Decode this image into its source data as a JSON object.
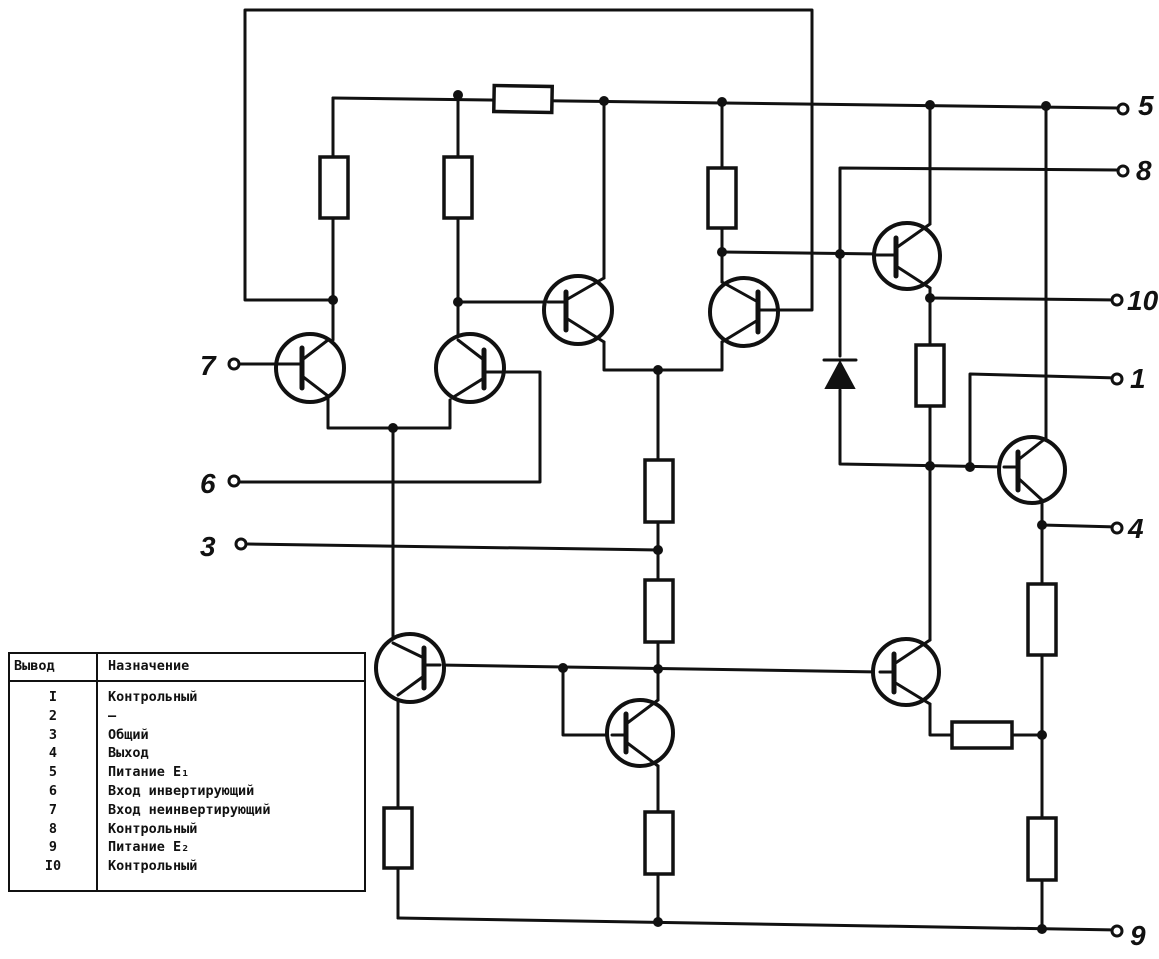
{
  "pins": [
    {
      "id": "5",
      "label": "5"
    },
    {
      "id": "8",
      "label": "8"
    },
    {
      "id": "10",
      "label": "10"
    },
    {
      "id": "1",
      "label": "1"
    },
    {
      "id": "4",
      "label": "4"
    },
    {
      "id": "9",
      "label": "9"
    },
    {
      "id": "7",
      "label": "7"
    },
    {
      "id": "6",
      "label": "6"
    },
    {
      "id": "3",
      "label": "3"
    }
  ],
  "pin_table": {
    "header_pin": "Вывод",
    "header_purpose": "Назначение",
    "rows": [
      {
        "pin": "I",
        "purpose": "Контрольный"
      },
      {
        "pin": "2",
        "purpose": "–"
      },
      {
        "pin": "3",
        "purpose": "Общий"
      },
      {
        "pin": "4",
        "purpose": "Выход"
      },
      {
        "pin": "5",
        "purpose": "Питание E₁"
      },
      {
        "pin": "6",
        "purpose": "Вход инвертирующий"
      },
      {
        "pin": "7",
        "purpose": "Вход неинвертирующий"
      },
      {
        "pin": "8",
        "purpose": "Контрольный"
      },
      {
        "pin": "9",
        "purpose": "Питание E₂"
      },
      {
        "pin": "I0",
        "purpose": "Контрольный"
      }
    ]
  }
}
